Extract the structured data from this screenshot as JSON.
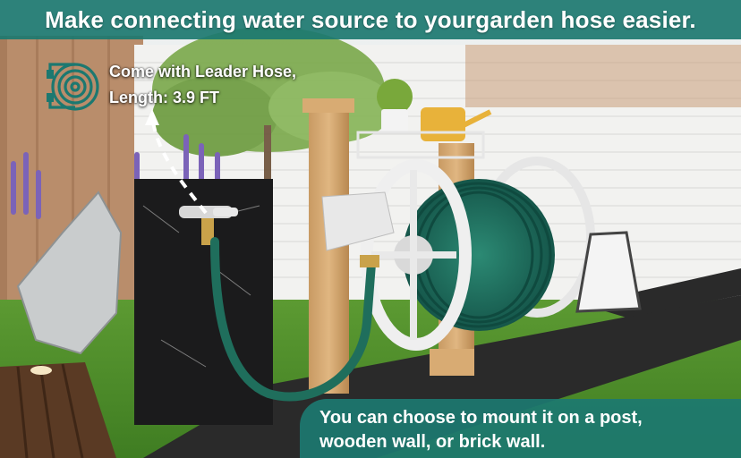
{
  "headline": "Make connecting water source to yourgarden hose easier.",
  "callout": {
    "icon": "coiled-hose-icon",
    "line1": "Come with Leader Hose,",
    "line2": "Length: 3.9 FT"
  },
  "mount_note": {
    "line1": "You can choose to mount it on a post,",
    "line2": "wooden wall, or brick wall."
  },
  "colors": {
    "brand_teal": "#1c7870",
    "hose_green": "#1f6e5c",
    "reel_white": "#eeeeee"
  }
}
